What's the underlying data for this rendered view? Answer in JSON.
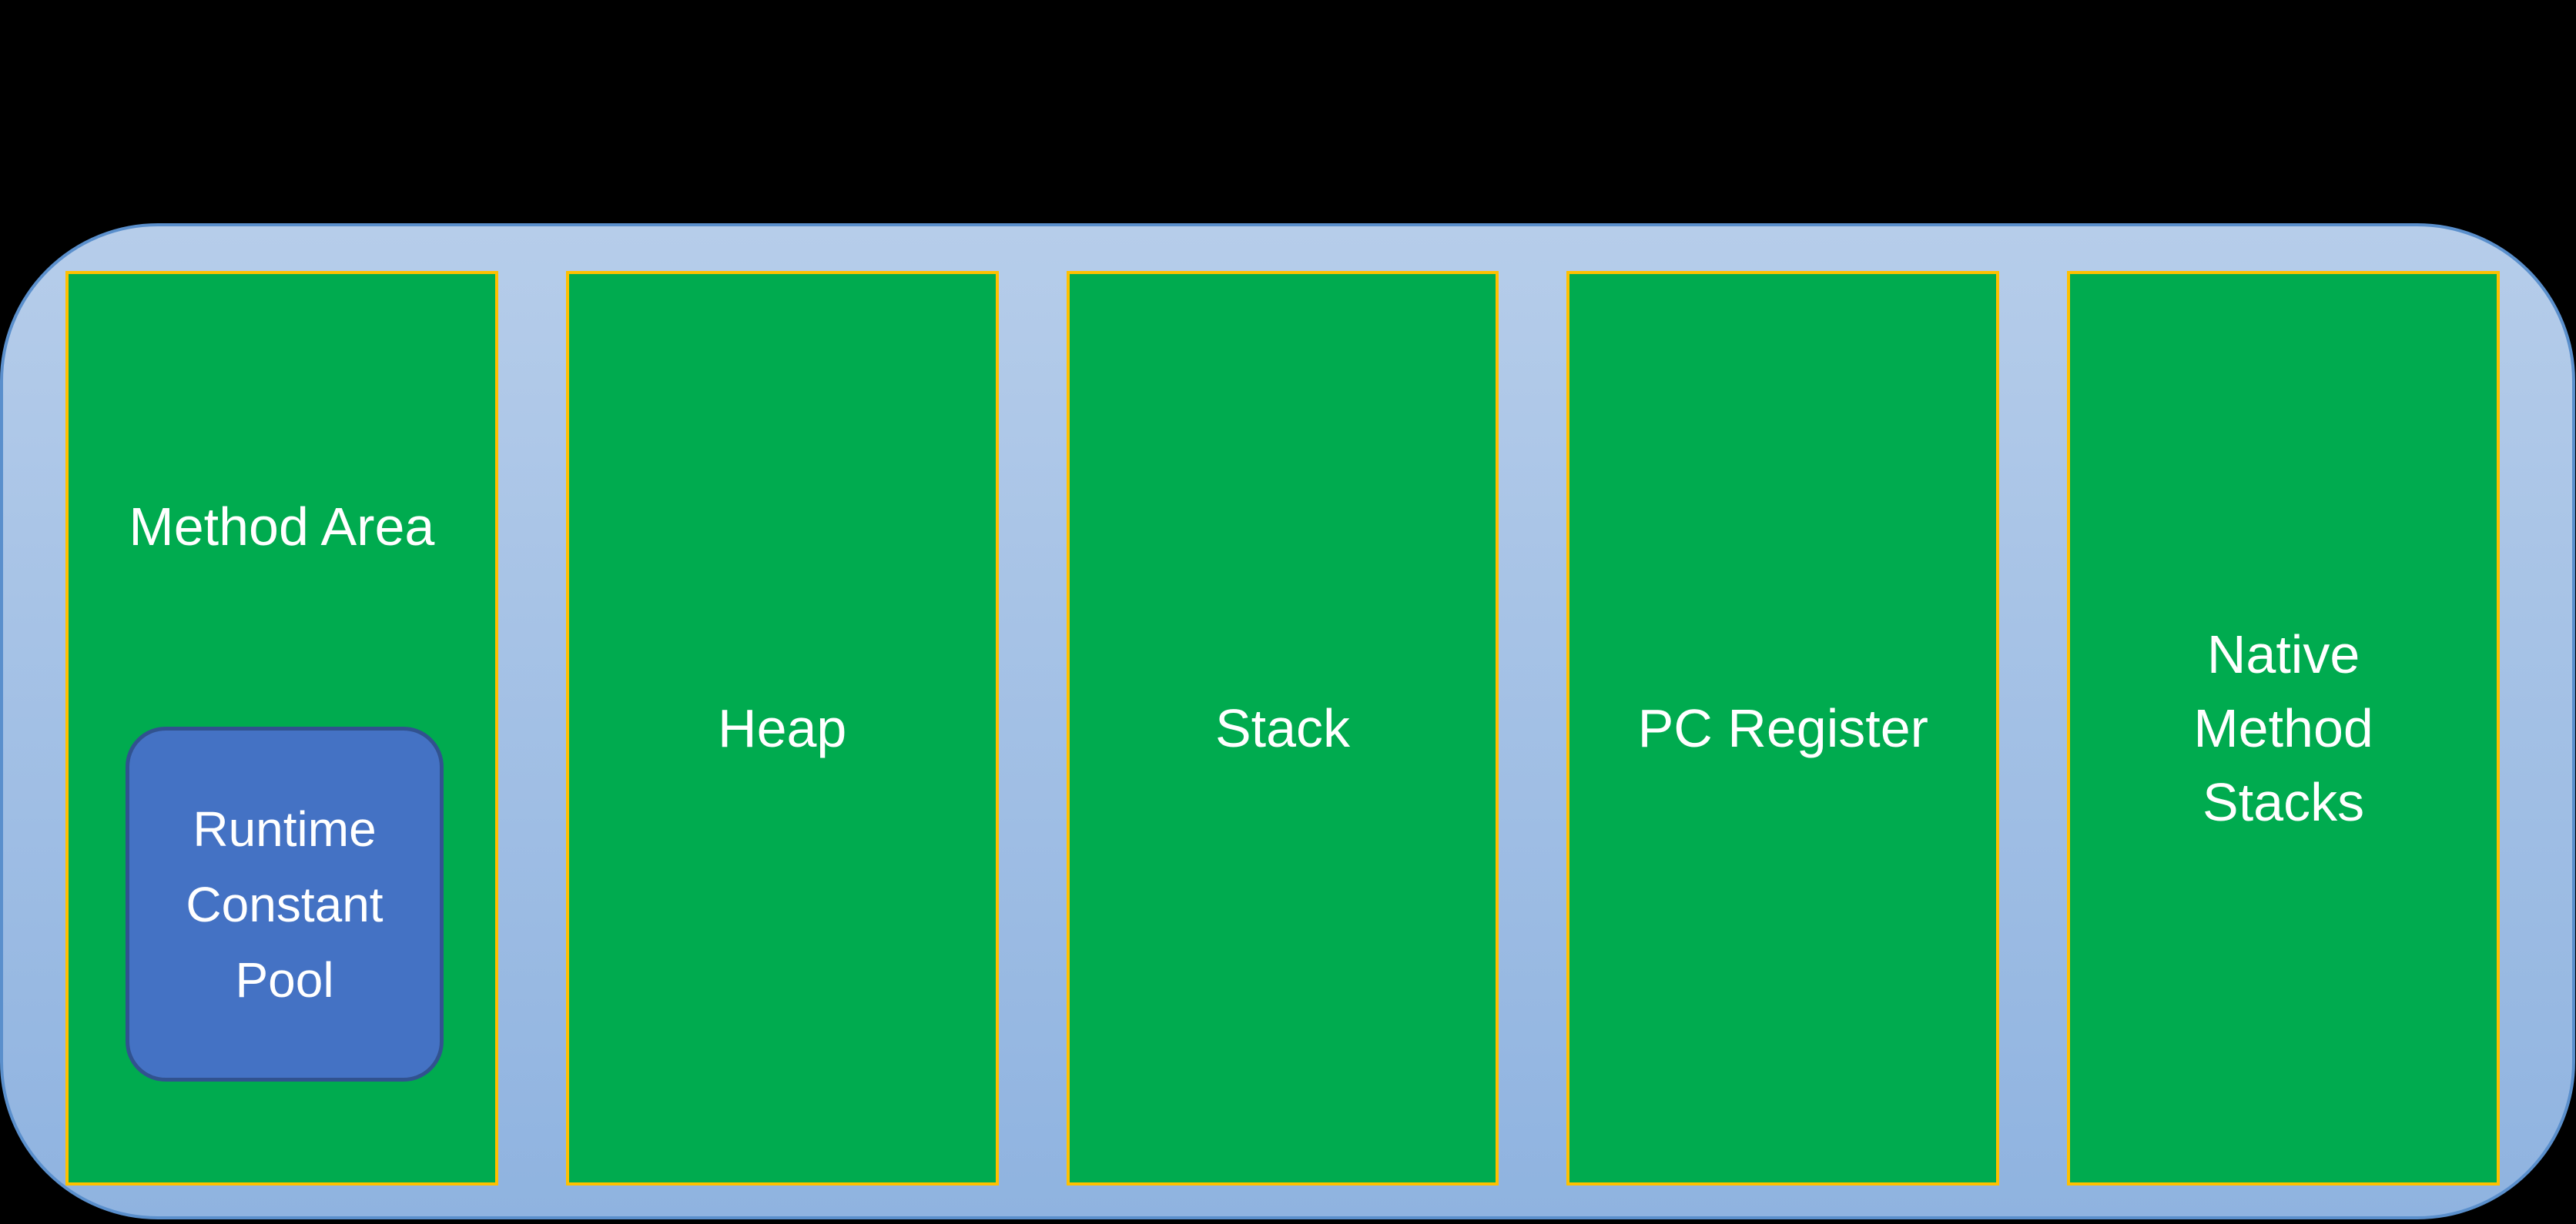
{
  "diagram": {
    "kind": "jvm-runtime-data-areas",
    "background_color": "#000000",
    "container": {
      "fill_top": "#b6cdea",
      "fill_bottom": "#8fb3e0",
      "border_color": "#5a8fcc"
    },
    "region_style": {
      "fill": "#00ab4f",
      "border_color": "#ffc000",
      "label_color": "#ffffff"
    },
    "inner_style": {
      "fill": "#4472c4",
      "border_color": "#31528f"
    },
    "regions": [
      {
        "label": "Method Area",
        "inner": {
          "label": "Runtime Constant Pool"
        }
      },
      {
        "label": "Heap"
      },
      {
        "label": "Stack"
      },
      {
        "label": "PC Register"
      },
      {
        "label": "Native Method Stacks"
      }
    ]
  }
}
